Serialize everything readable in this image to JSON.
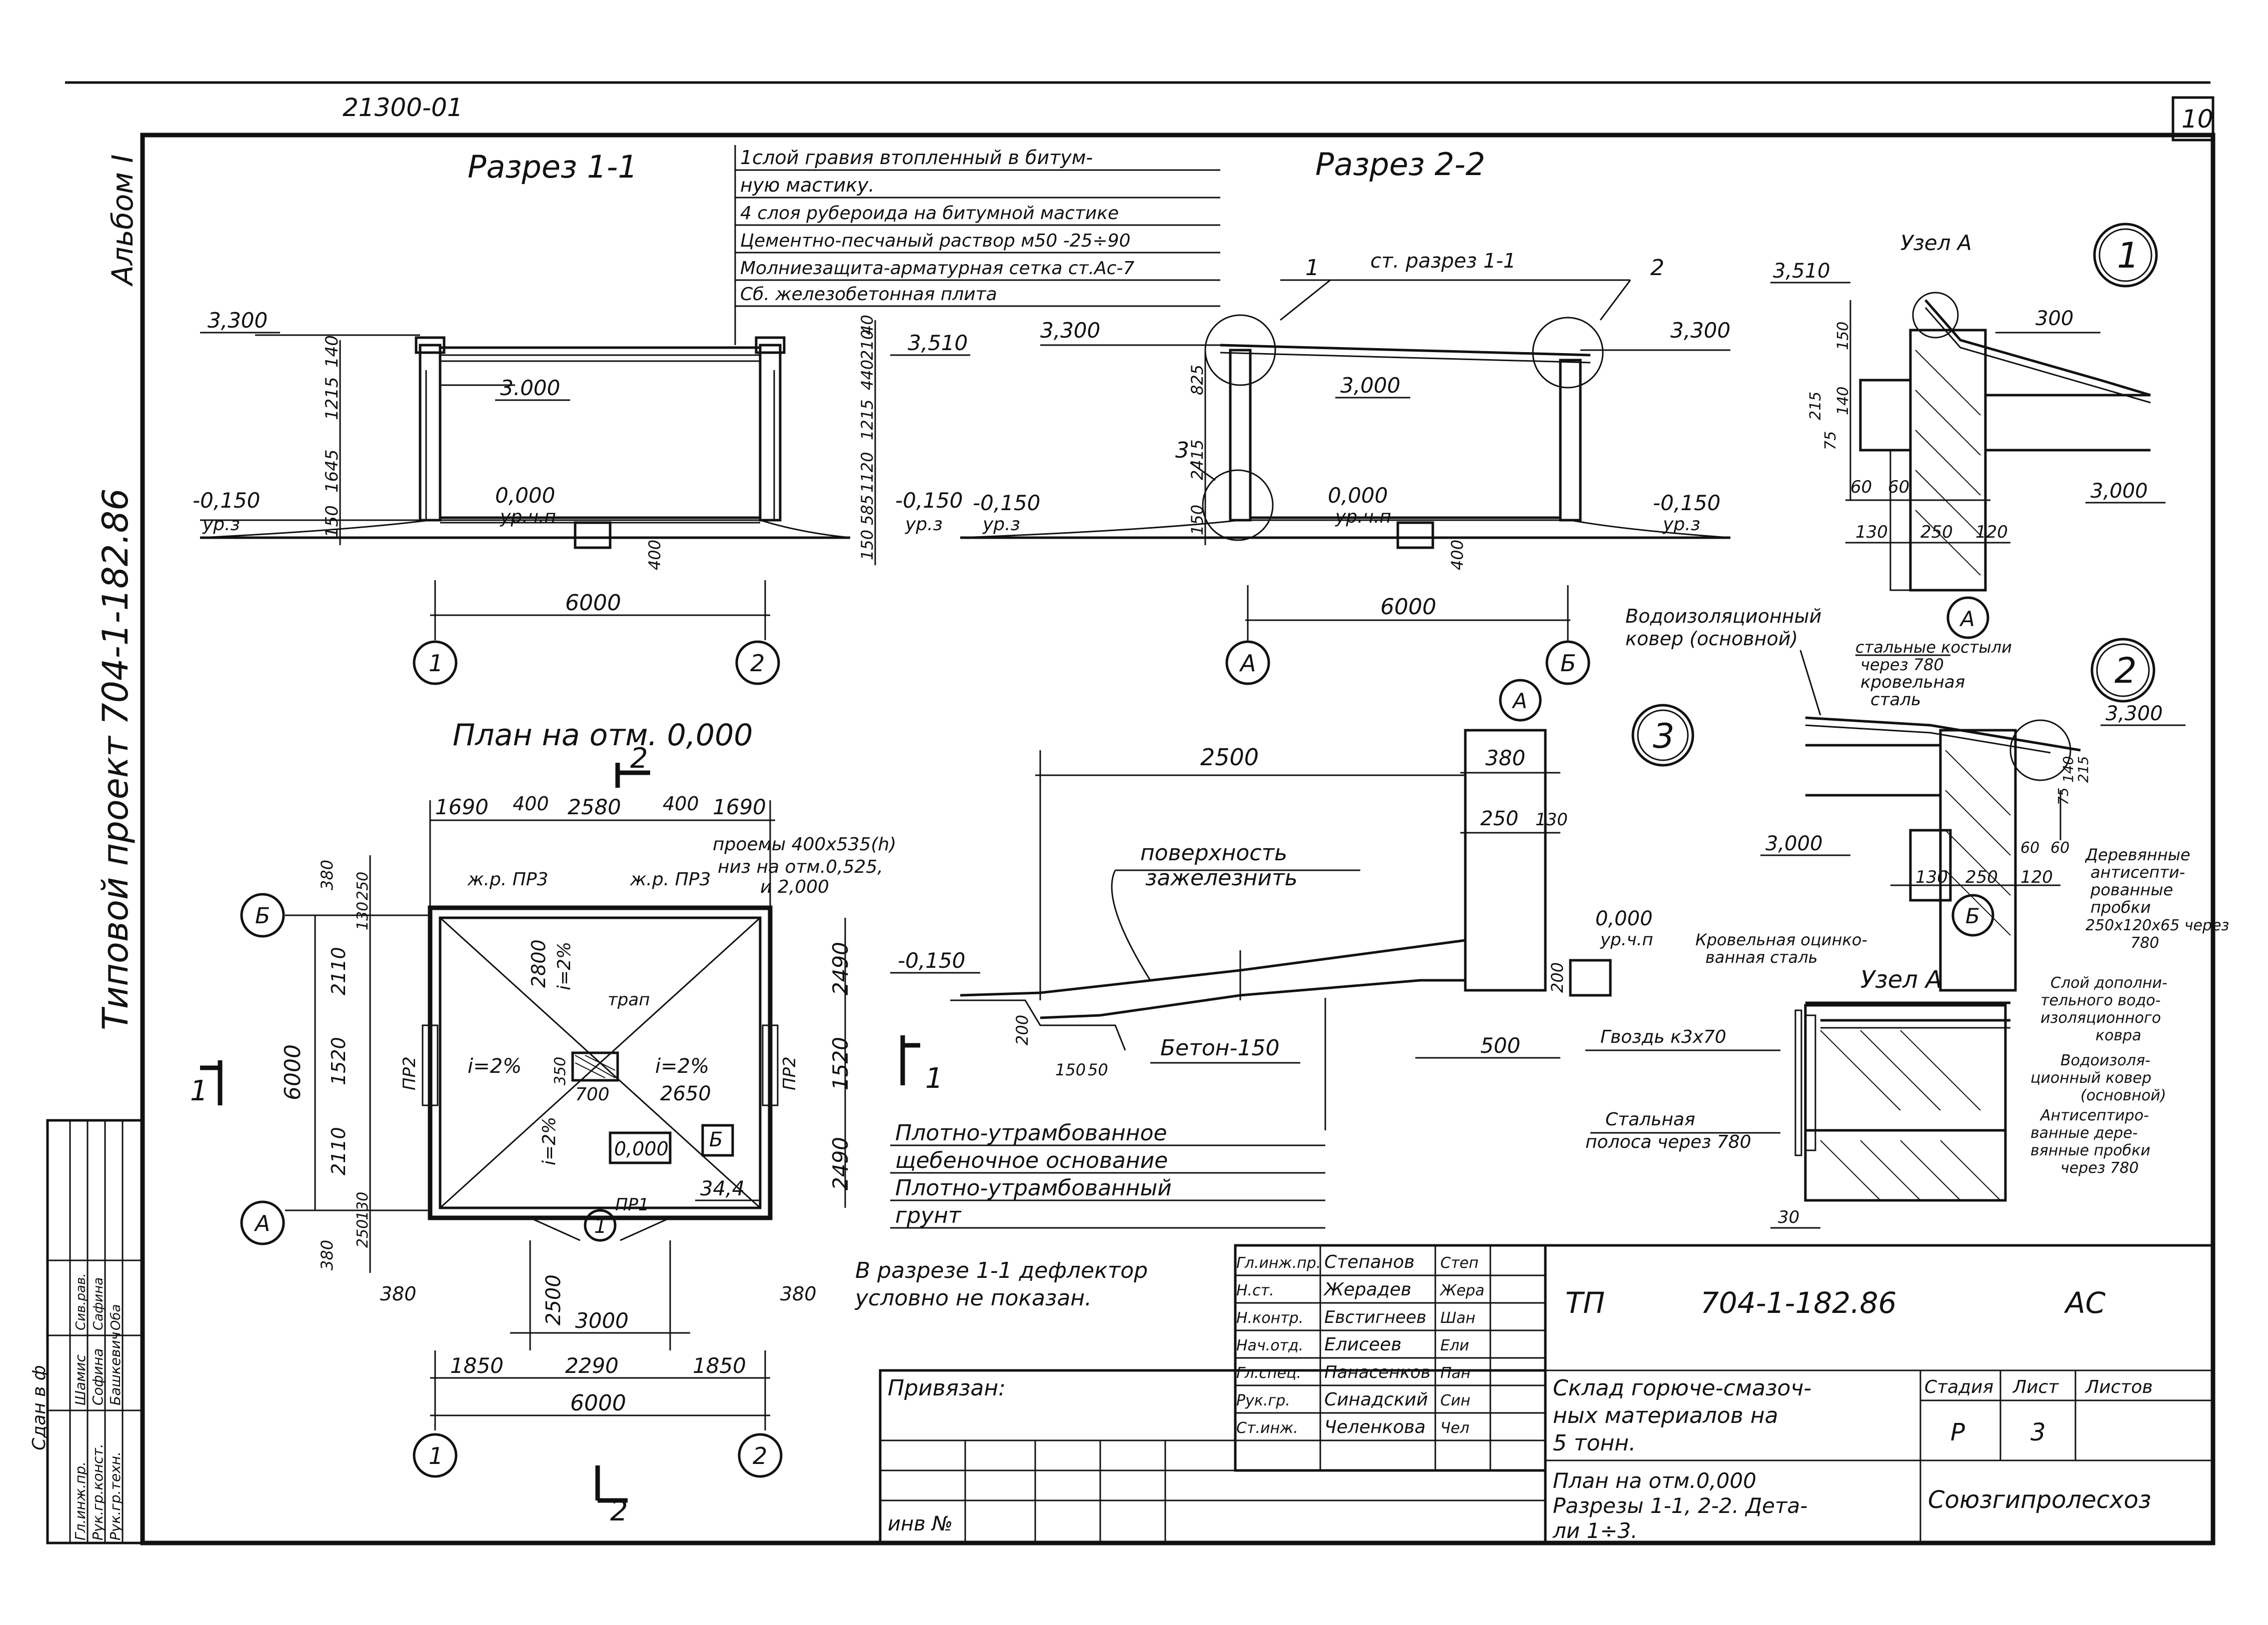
{
  "sheet": {
    "code": "21300-01",
    "number": "10",
    "album": "Альбом I",
    "project": "Типовой проект 704-1-182.86"
  },
  "section11": {
    "title": "Разрез 1-1",
    "layers": [
      "1слой гравия втопленный в битум-",
      "ную мастику.",
      "4 слоя рубероида на битумной мастике",
      "Цементно-песчаный раствор м50 -25÷90",
      "Молниезащита-арматурная сетка ст.Ас-7",
      "Сб. железобетонная плита"
    ],
    "elev_330": "3,300",
    "elev_351": "3,510",
    "elev_300": "3.000",
    "elev_000": "0,000",
    "label_ur_chp": "ур.ч.п",
    "elev_m015": "-0,150",
    "label_ur_z": "ур.з",
    "dims_left": [
      "140",
      "1215",
      "1645",
      "150"
    ],
    "dims_right": [
      "40",
      "210",
      "440",
      "1215",
      "1120",
      "585",
      "150"
    ],
    "depth": "400",
    "span": "6000",
    "axis_a": "1",
    "axis_b": "2"
  },
  "section22": {
    "title": "Разрез 2-2",
    "ref": "ст. разрез 1-1",
    "callout1": "1",
    "callout2": "2",
    "callout3": "3",
    "elev_330": "3,300",
    "elev_330r": "3,300",
    "elev_300": "3,000",
    "elev_000": "0,000",
    "label_ur_chp": "ур.ч.п",
    "elev_m015": "-0,150",
    "elev_m015r": "-0,150",
    "label_ur_z": "ур.з",
    "label_ur_zr": "ур.з",
    "dims_left": [
      "825",
      "2415",
      "150"
    ],
    "depth": "400",
    "span": "6000",
    "axis_a": "А",
    "axis_b": "Б"
  },
  "detail1": {
    "number": "1",
    "node": "Узел А",
    "elev_351": "3,510",
    "elev_300": "3,000",
    "dim_300": "300",
    "dims_v": [
      "150",
      "215",
      "140",
      "75"
    ],
    "dims_h": [
      "60",
      "60",
      "130",
      "250",
      "120"
    ],
    "axis": "А"
  },
  "detail2": {
    "number": "2",
    "labels": [
      "Водоизоляционный",
      "ковер (основной)",
      "стальные костыли",
      "через 780",
      "кровельная",
      "сталь"
    ],
    "elev_330": "3,300",
    "elev_300": "3,000",
    "right_notes": [
      "Деревянные",
      "антисепти-",
      "рованные",
      "пробки",
      "250х120х65 через",
      "780"
    ],
    "dims_v": [
      "140",
      "215",
      "75"
    ],
    "dims_h": [
      "60",
      "60",
      "130",
      "250",
      "120"
    ],
    "axis": "Б"
  },
  "detail3": {
    "number": "3",
    "dim_2500": "2500",
    "dim_380": "380",
    "dim_250": "250",
    "dim_130": "130",
    "dim_500": "500",
    "dims_small": [
      "200",
      "150",
      "50",
      "200"
    ],
    "surface_note": [
      "поверхность",
      "зажелезнить"
    ],
    "concrete": "Бетон-150",
    "elev_m015": "-0,150",
    "elev_000": "0,000",
    "label_ur_chp": "ур.ч.п",
    "axis": "А",
    "base_notes": [
      "Плотно-утрамбованное",
      "щебеночное основание",
      "Плотно-утрамбованный",
      "грунт"
    ]
  },
  "nodeA": {
    "title": "Узел А",
    "labels": [
      "Кровельная оцинко-",
      "ванная сталь",
      "Гвоздь к3х70",
      "Стальная",
      "полоса через 780"
    ],
    "right_notes": [
      "Слой дополни-",
      "тельного водо-",
      "изоляционного",
      "ковра",
      "Водоизоля-",
      "ционный ковер",
      "(основной)",
      "Антисептиро-",
      "ванные дере-",
      "вянные пробки",
      "через 780"
    ],
    "dim_30": "30"
  },
  "plan": {
    "title": "План на отм. 0,000",
    "top_dims": [
      "1690",
      "400",
      "2580",
      "400",
      "1690"
    ],
    "openings": [
      "проемы 400х535(h)",
      "низ на отм.0,525,",
      "и 2,000"
    ],
    "jr_left": "ж.р. ПР3",
    "jr_right": "ж.р. ПР3",
    "left_dims": [
      "380",
      "250",
      "130",
      "2110",
      "1520",
      "2110",
      "130",
      "250",
      "380"
    ],
    "total": "6000",
    "right_dims": [
      "2490",
      "1520",
      "2490"
    ],
    "inner": [
      "2800",
      "350",
      "700",
      "2650"
    ],
    "trap": "трап",
    "slope": "i=2%",
    "slope2": "i=2%",
    "slope3": "i=2%",
    "slope4": "i=2%",
    "elev": "0,000",
    "room": "Б",
    "area": "34,4",
    "pr1": "ПР1",
    "pr2_left": "ПР2",
    "pr2_right": "ПР2",
    "door_dim": "2500",
    "door_w": "3000",
    "side_380l": "380",
    "side_380r": "380",
    "bottom_dims": [
      "1850",
      "2290",
      "1850"
    ],
    "bottom_total": "6000",
    "axis_1": "1",
    "axis_2": "2",
    "axis_A": "А",
    "axis_B": "Б",
    "cut2": "2",
    "cut2b": "2",
    "cut1": "1",
    "cut1b": "1"
  },
  "note": [
    "В разрезе 1-1 дефлектор",
    "условно не показан."
  ],
  "revisions": {
    "rows": [
      [
        "Гл.инж.пр.",
        "Шамис",
        "Сив.рав."
      ],
      [
        "Рук.гр.конст.",
        "Софина",
        "Сафина"
      ],
      [
        "Рук.гр.техн.",
        "Башкевич",
        "Оба"
      ]
    ],
    "header": "Сдан в ф"
  },
  "titleblock": {
    "staff": [
      [
        "Гл.инж.пр.",
        "Степанов"
      ],
      [
        "Н.ст.",
        "Жерадев"
      ],
      [
        "Н.контр.",
        "Евстигнеев"
      ],
      [
        "Нач.отд.",
        "Елисеев"
      ],
      [
        "Гл.спец.",
        "Панасенков"
      ],
      [
        "Рук.гр.",
        "Синадский"
      ],
      [
        "Ст.инж.",
        "Челенкова"
      ]
    ],
    "signatures": [
      "Степ",
      "Жера",
      "Шан",
      "Ели",
      "Пан",
      "Син",
      "Чел"
    ],
    "tp": "ТП",
    "code": "704-1-182.86",
    "mark": "АС",
    "bound": "Привязан:",
    "name": [
      "Склад горюче-смазоч-",
      "ных материалов на",
      "5 тонн."
    ],
    "stage_h": "Стадия",
    "sheet_h": "Лист",
    "sheets_h": "Листов",
    "stage": "Р",
    "sheet": "3",
    "content": [
      "План на отм.0,000",
      "Разрезы 1-1, 2-2. Дета-",
      "ли 1÷3."
    ],
    "org": "Союзгипролесхоз",
    "inv": "инв №"
  }
}
